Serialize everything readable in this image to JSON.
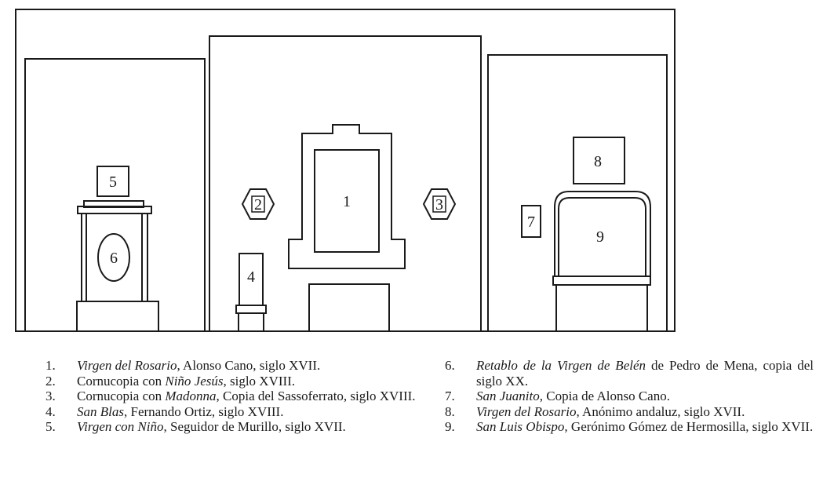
{
  "diagram_labels": {
    "artwork1": "1",
    "artwork2": "2",
    "artwork3": "3",
    "artwork4": "4",
    "artwork5": "5",
    "artwork6": "6",
    "artwork7": "7",
    "artwork8": "8",
    "artwork9": "9"
  },
  "legend": [
    {
      "num": "1.",
      "title": "Virgen del Rosario",
      "rest": ", Alonso Cano, siglo XVII."
    },
    {
      "num": "2.",
      "pre": "Cornucopia con ",
      "title": "Niño Jesús",
      "rest": ", siglo XVIII."
    },
    {
      "num": "3.",
      "pre": "Cornucopia con ",
      "title": "Madonna",
      "rest": ", Copia del Sassoferrato, siglo XVIII."
    },
    {
      "num": "4.",
      "title": "San Blas",
      "rest": ", Fernando Ortiz, siglo XVIII."
    },
    {
      "num": "5.",
      "title": "Virgen con Niño",
      "rest": ", Seguidor de Murillo, siglo XVII."
    },
    {
      "num": "6.",
      "title": "Retablo de la Virgen de Belén",
      "rest": " de Pedro de Mena, copia del siglo XX."
    },
    {
      "num": "7.",
      "title": "San Juanito",
      "rest": ", Copia de Alonso Cano."
    },
    {
      "num": "8.",
      "title": "Virgen del Rosario",
      "rest": ", Anónimo andaluz, siglo XVII."
    },
    {
      "num": "9.",
      "title": "San Luis Obispo",
      "rest": ", Gerónimo Gómez de Hermosilla, siglo XVII."
    }
  ]
}
